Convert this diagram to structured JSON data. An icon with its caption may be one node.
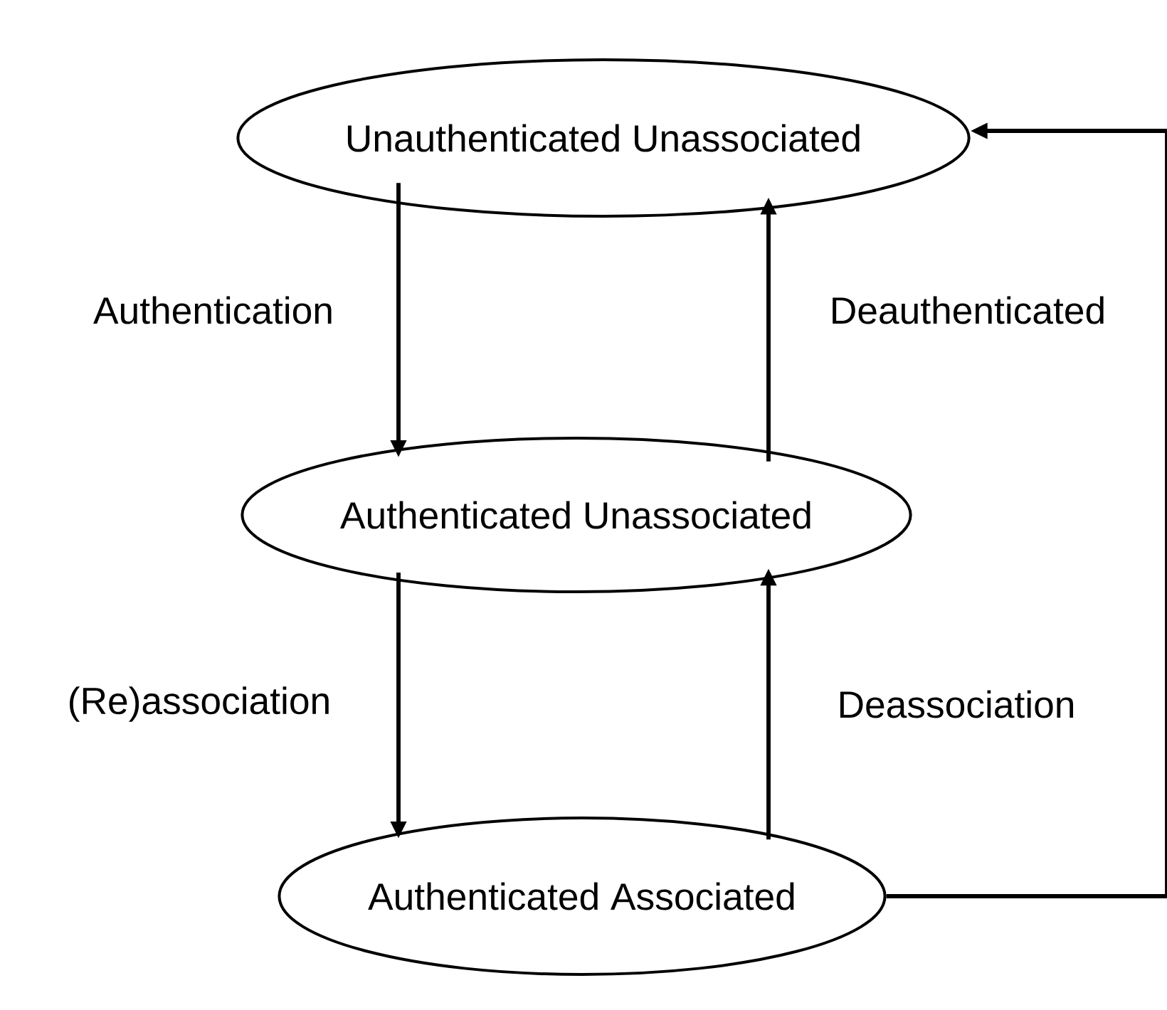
{
  "diagram": {
    "nodes": [
      {
        "text": [
          "Unauthenticated Unassociated"
        ]
      },
      {
        "text": [
          "Authenticated Unassociated"
        ]
      },
      {
        "text": [
          "Authenticated Associated"
        ]
      }
    ],
    "edges": [
      {
        "from": 0,
        "to": 1,
        "arrow": "to",
        "label": "Authentication"
      },
      {
        "from": 1,
        "to": 0,
        "arrow": "to",
        "label": "Deauthenticated"
      },
      {
        "from": 1,
        "to": 2,
        "arrow": "to",
        "label": "(Re)association"
      },
      {
        "from": 2,
        "to": 1,
        "arrow": "to",
        "label": "Deassociation"
      },
      {
        "from": 2,
        "to": 0,
        "arrow": "to"
      }
    ]
  }
}
